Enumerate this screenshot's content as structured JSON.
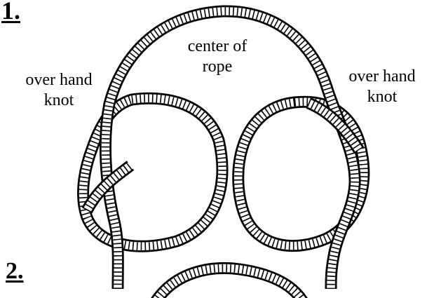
{
  "steps": {
    "first": "1.",
    "second": "2."
  },
  "labels": {
    "left": [
      "over hand",
      "knot"
    ],
    "center": [
      "center of",
      "rope"
    ],
    "right": [
      "over hand",
      "knot"
    ]
  },
  "colors": {
    "ink": "#000000",
    "background": "#ffffff"
  }
}
